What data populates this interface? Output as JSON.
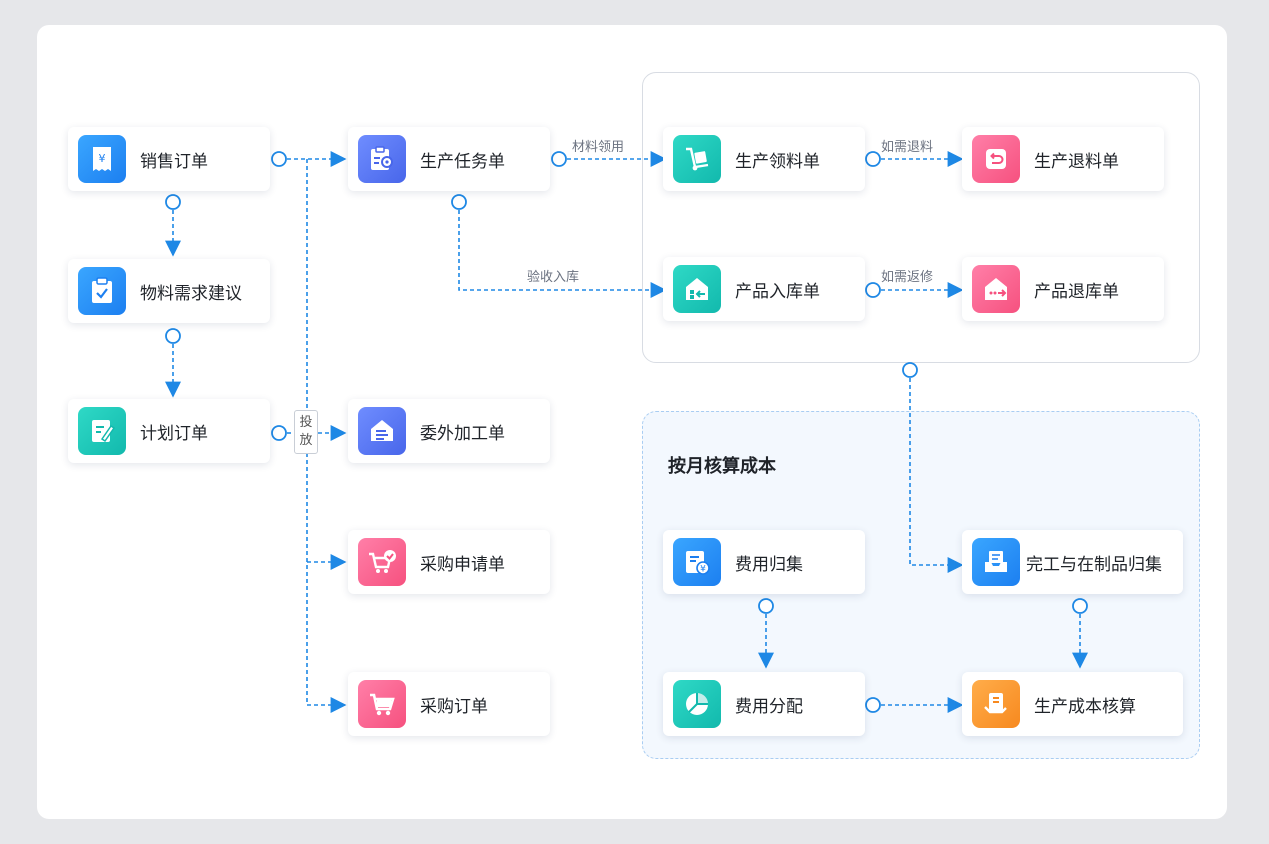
{
  "nodes": {
    "sales_order": "销售订单",
    "material_demand": "物料需求建议",
    "plan_order": "计划订单",
    "production_task": "生产任务单",
    "outsource": "委外加工单",
    "purchase_request": "采购申请单",
    "purchase_order": "采购订单",
    "material_issue": "生产领料单",
    "material_return": "生产退料单",
    "product_in": "产品入库单",
    "product_return": "产品退库单",
    "expense_collect": "费用归集",
    "expense_allocate": "费用分配",
    "wip_collect": "完工与在制品归集",
    "cost_calc": "生产成本核算"
  },
  "edge_labels": {
    "material_use": "材料领用",
    "if_return": "如需退料",
    "receive_in": "验收入库",
    "if_rework": "如需返修"
  },
  "release_tag": {
    "line1": "投",
    "line2": "放"
  },
  "cost_group_title": "按月核算成本",
  "icons": {
    "sales_order": "receipt-yen-icon",
    "material_demand": "clipboard-check-icon",
    "plan_order": "document-edit-icon",
    "production_task": "task-gear-icon",
    "outsource": "house-hand-icon",
    "purchase_request": "cart-check-icon",
    "purchase_order": "cart-icon",
    "material_issue": "hand-truck-icon",
    "material_return": "return-box-icon",
    "product_in": "warehouse-in-icon",
    "product_return": "warehouse-out-icon",
    "expense_collect": "document-yen-icon",
    "expense_allocate": "pie-chart-icon",
    "wip_collect": "inbox-tray-icon",
    "cost_calc": "calculator-hand-icon"
  },
  "colors": {
    "connector": "#1e88e5",
    "accent_blue": "#1c7ff0",
    "accent_pink": "#f6517f",
    "accent_teal": "#12b9ad"
  }
}
